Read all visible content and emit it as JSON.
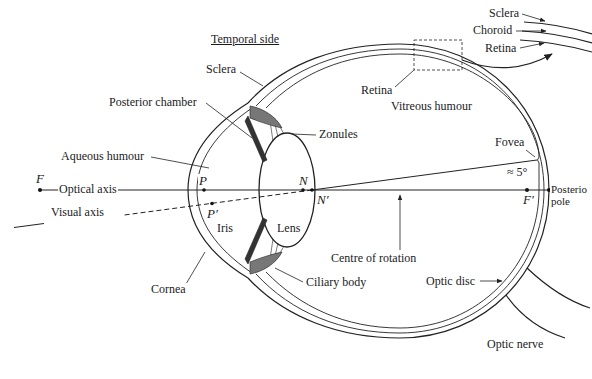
{
  "diagram": {
    "labels": [
      "Sclera",
      "Choroid",
      "Retina",
      "Temporal side",
      "Sclera",
      "Posterior chamber",
      "Retina",
      "Zonules",
      "Vitreous humour",
      "Aqueous humour",
      "Fovea",
      "F",
      "Optical axis",
      "P",
      "N",
      "≈ 5°",
      "Visual axis",
      "P′",
      "N′",
      "F′",
      "Posterio pole",
      "Iris",
      "Lens",
      "Centre of rotation",
      "Optic disc",
      "Cornea",
      "Ciliary body",
      "Optic nerve"
    ]
  }
}
